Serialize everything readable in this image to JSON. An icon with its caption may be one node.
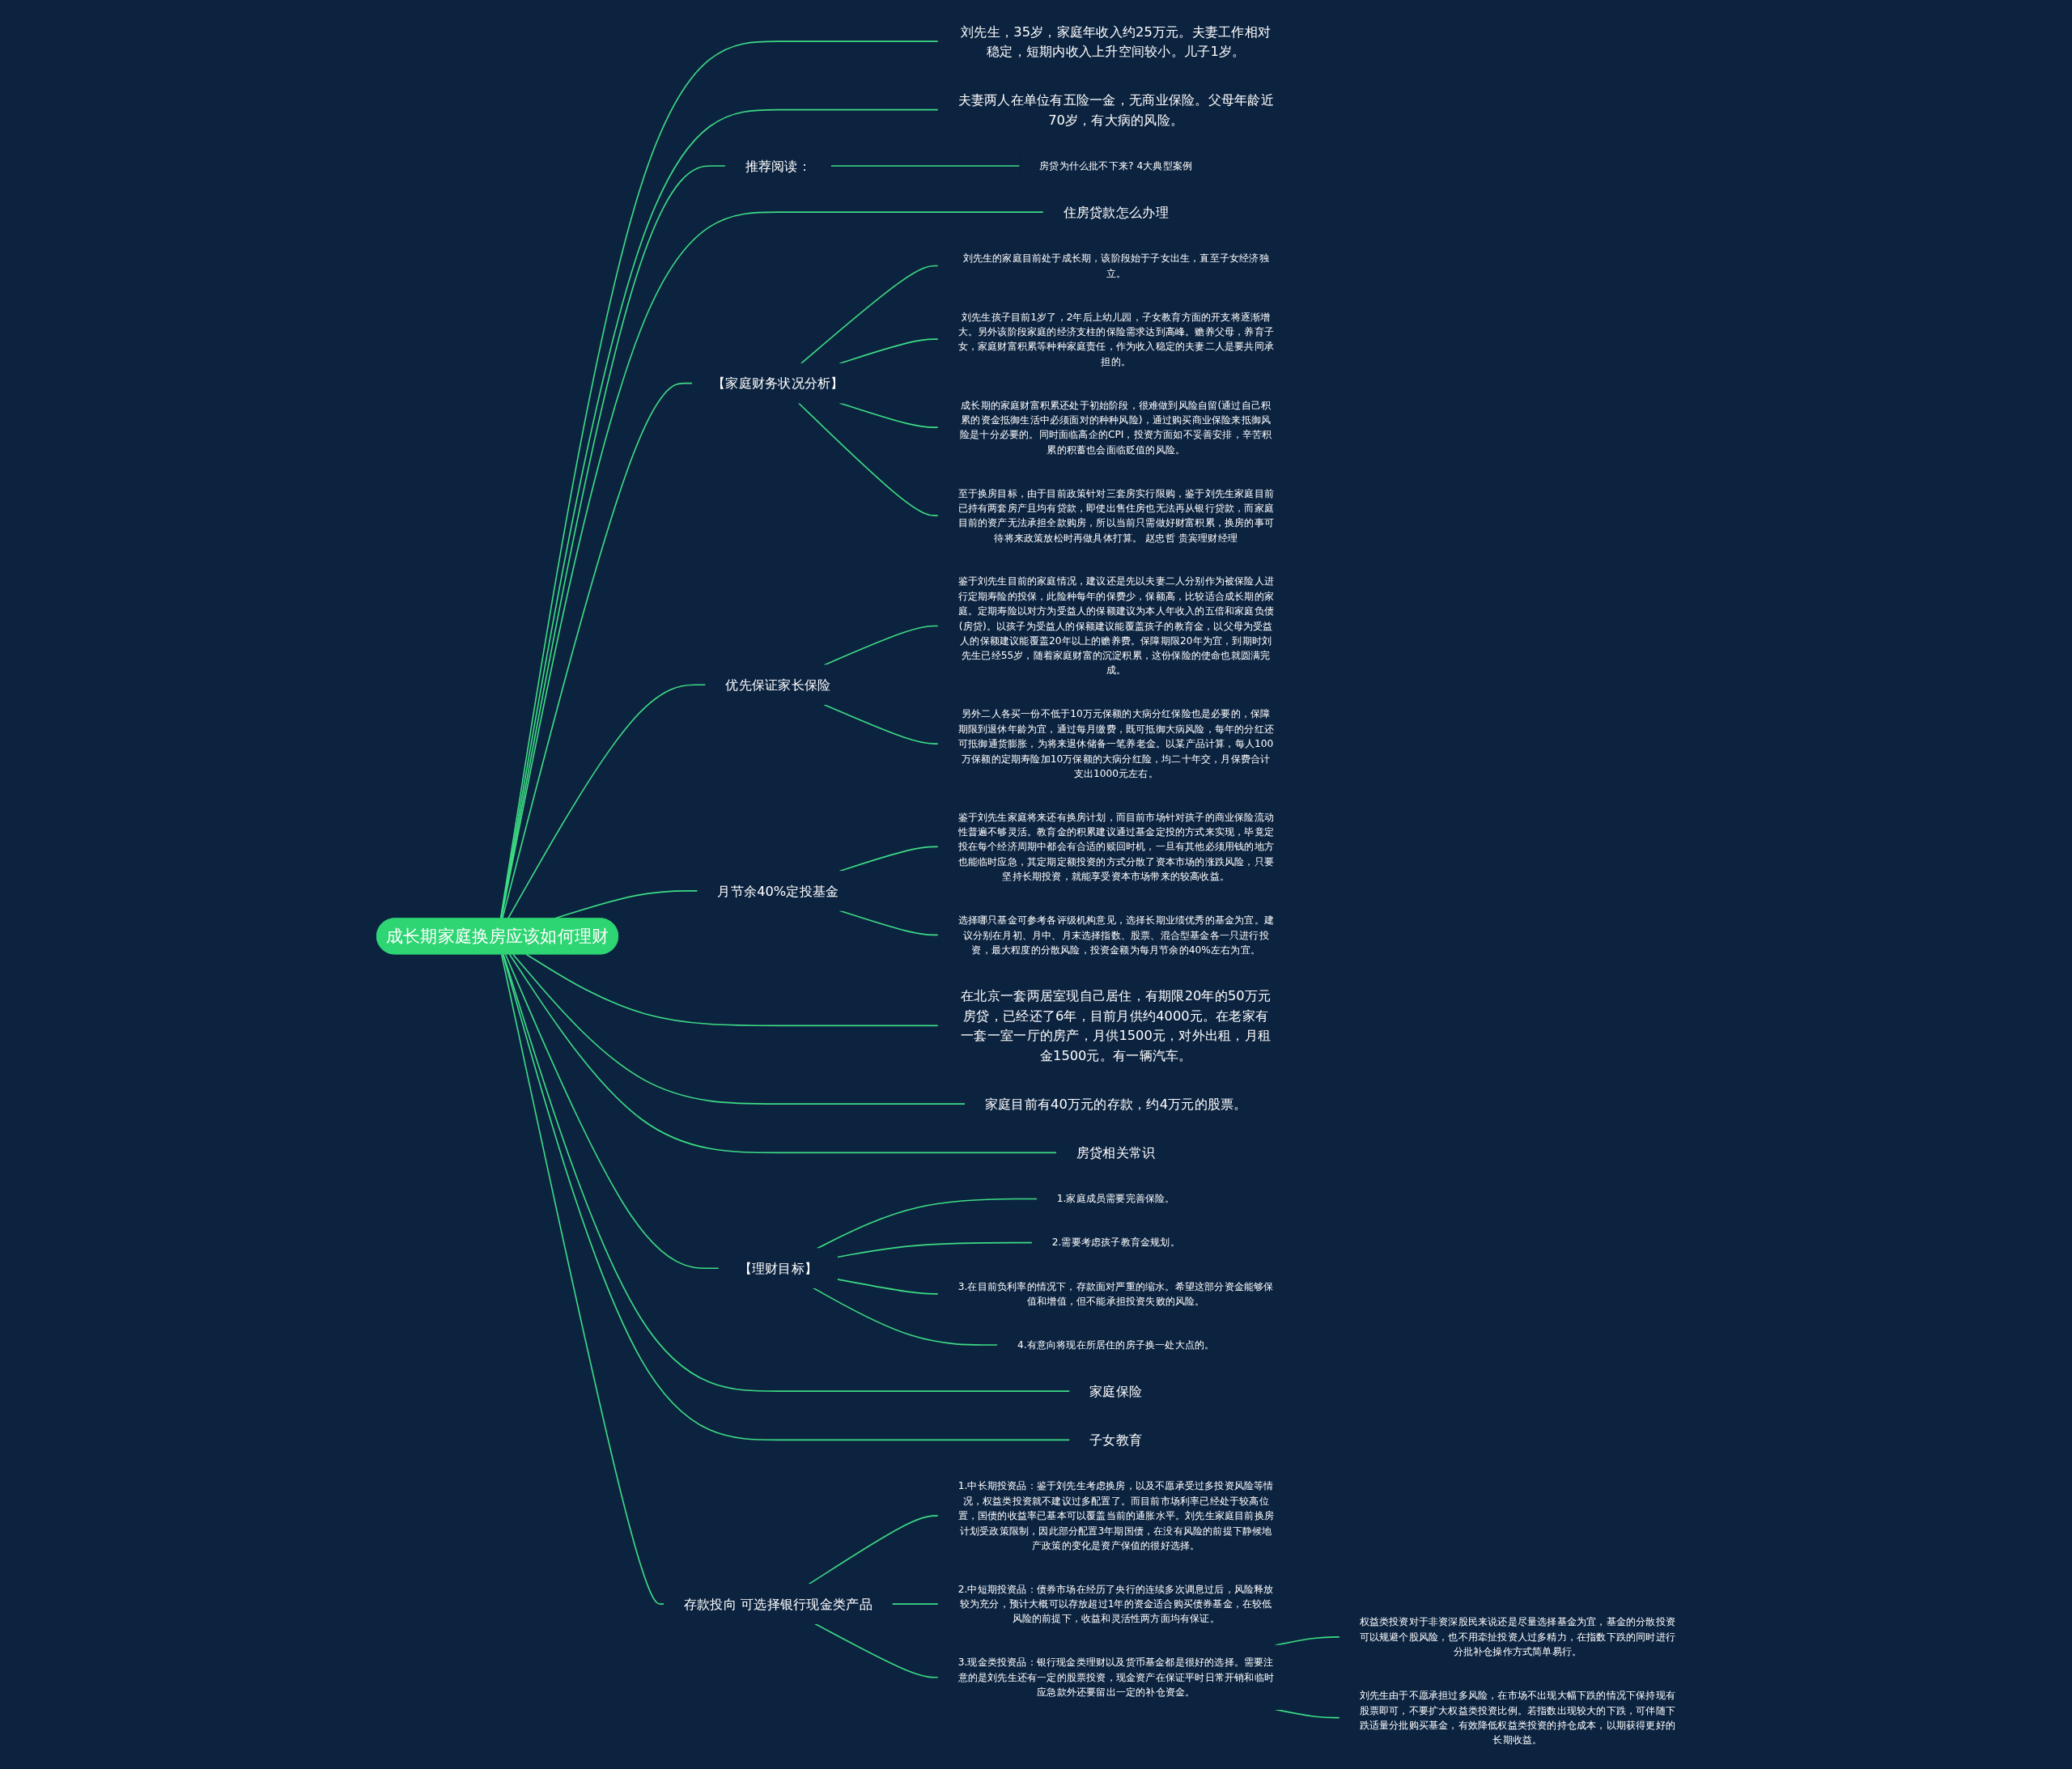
{
  "diagram": {
    "nodes": [
      {
        "text": [
          "成长期家庭换房应该如何理财"
        ]
      },
      {
        "text": [
          "刘先生，35岁，家庭年收入约25万元。夫妻工作相对稳定，短期内收入上升空间较小。儿子1岁。"
        ]
      },
      {
        "text": [
          "夫妻两人在单位有五险一金，无商业保险。父母年龄近70岁，有大病的风险。"
        ]
      },
      {
        "text": [
          "推荐阅读："
        ]
      },
      {
        "text": [
          "房贷为什么批不下来? 4大典型案例"
        ]
      },
      {
        "text": [
          "住房贷款怎么办理"
        ]
      },
      {
        "text": [
          "【家庭财务状况分析】"
        ]
      },
      {
        "text": [
          "刘先生的家庭目前处于成长期，该阶段始于子女出生，直至子女经济独立。"
        ]
      },
      {
        "text": [
          "刘先生孩子目前1岁了，2年后上幼儿园，子女教育方面的开支将逐渐增大。另外该阶段家庭的经济支柱的保险需求达到高峰。赡养父母，养育子女，家庭财富积累等种种家庭责任，作为收入稳定的夫妻二人是要共同承担的。"
        ]
      },
      {
        "text": [
          "成长期的家庭财富积累还处于初始阶段，很难做到风险自留(通过自己积累的资金抵御生活中必须面对的种种风险)，通过购买商业保险来抵御风险是十分必要的。同时面临高企的CPI，投资方面如不妥善安排，辛苦积累的积蓄也会面临贬值的风险。"
        ]
      },
      {
        "text": [
          "至于换房目标，由于目前政策针对三套房实行限购，鉴于刘先生家庭目前已持有两套房产且均有贷款，即使出售住房也无法再从银行贷款，而家庭目前的资产无法承担全款购房，所以当前只需做好财富积累，换房的事可待将来政策放松时再做具体打算。 赵忠哲 贵宾理财经理"
        ]
      },
      {
        "text": [
          "优先保证家长保险"
        ]
      },
      {
        "text": [
          "鉴于刘先生目前的家庭情况，建议还是先以夫妻二人分别作为被保险人进行定期寿险的投保，此险种每年的保费少，保额高，比较适合成长期的家庭。定期寿险以对方为受益人的保额建议为本人年收入的五倍和家庭负债(房贷)。以孩子为受益人的保额建议能覆盖孩子的教育金，以父母为受益人的保额建议能覆盖20年以上的赡养费。保障期限20年为宜，到期时刘先生已经55岁，随着家庭财富的沉淀积累，这份保险的使命也就圆满完成。"
        ]
      },
      {
        "text": [
          "另外二人各买一份不低于10万元保额的大病分红保险也是必要的，保障期限到退休年龄为宜，通过每月缴费，既可抵御大病风险，每年的分红还可抵御通货膨胀，为将来退休储备一笔养老金。以某产品计算，每人100万保额的定期寿险加10万保额的大病分红险，均二十年交，月保费合计支出1000元左右。"
        ]
      },
      {
        "text": [
          "月节余40%定投基金"
        ]
      },
      {
        "text": [
          "鉴于刘先生家庭将来还有换房计划，而目前市场针对孩子的商业保险流动性普遍不够灵活。教育金的积累建议通过基金定投的方式来实现，毕竟定投在每个经济周期中都会有合适的赎回时机，一旦有其他必须用钱的地方也能临时应急，其定期定额投资的方式分散了资本市场的涨跌风险，只要坚持长期投资，就能享受资本市场带来的较高收益。"
        ]
      },
      {
        "text": [
          "选择哪只基金可参考各评级机构意见，选择长期业绩优秀的基金为宜。建议分别在月初、月中、月末选择指数、股票、混合型基金各一只进行投资，最大程度的分散风险，投资金额为每月节余的40%左右为宜。"
        ]
      },
      {
        "text": [
          "在北京一套两居室现自己居住，有期限20年的50万元房贷，已经还了6年，目前月供约4000元。在老家有一套一室一厅的房产，月供1500元，对外出租，月租金1500元。有一辆汽车。"
        ]
      },
      {
        "text": [
          "家庭目前有40万元的存款，约4万元的股票。"
        ]
      },
      {
        "text": [
          "房贷相关常识"
        ]
      },
      {
        "text": [
          "【理财目标】"
        ]
      },
      {
        "text": [
          "1.家庭成员需要完善保险。"
        ]
      },
      {
        "text": [
          "2.需要考虑孩子教育金规划。"
        ]
      },
      {
        "text": [
          "3.在目前负利率的情况下，存款面对严重的缩水。希望这部分资金能够保值和增值，但不能承担投资失败的风险。"
        ]
      },
      {
        "text": [
          "4.有意向将现在所居住的房子换一处大点的。"
        ]
      },
      {
        "text": [
          "家庭保险"
        ]
      },
      {
        "text": [
          "子女教育"
        ]
      },
      {
        "text": [
          "存款投向 可选择银行现金类产品"
        ]
      },
      {
        "text": [
          "1.中长期投资品：鉴于刘先生考虑换房，以及不愿承受过多投资风险等情况，权益类投资就不建议过多配置了。而目前市场利率已经处于较高位置，国债的收益率已基本可以覆盖当前的通胀水平。刘先生家庭目前换房计划受政策限制，因此部分配置3年期国债，在没有风险的前提下静候地产政策的变化是资产保值的很好选择。"
        ]
      },
      {
        "text": [
          "2.中短期投资品：债券市场在经历了央行的连续多次调息过后，风险释放较为充分，预计大概可以存放超过1年的资金适合购买债券基金，在较低风险的前提下，收益和灵活性两方面均有保证。"
        ]
      },
      {
        "text": [
          "3.现金类投资品：银行现金类理财以及货币基金都是很好的选择。需要注意的是刘先生还有一定的股票投资，现金资产在保证平时日常开销和临时应急款外还要留出一定的补仓资金。"
        ]
      },
      {
        "text": [
          "权益类投资对于非资深股民来说还是尽量选择基金为宜，基金的分散投资可以规避个股风险，也不用牵扯投资人过多精力，在指数下跌的同时进行分批补仓操作方式简单易行。"
        ]
      },
      {
        "text": [
          "刘先生由于不愿承担过多风险，在市场不出现大幅下跌的情况下保持现有股票即可，不要扩大权益类投资比例。若指数出现较大的下跌，可伴随下跌适量分批购买基金，有效降低权益类投资的持仓成本，以期获得更好的长期收益。"
        ]
      }
    ],
    "edges": [
      {
        "from": 0,
        "to": 1,
        "arrow": "none"
      },
      {
        "from": 0,
        "to": 2,
        "arrow": "none"
      },
      {
        "from": 0,
        "to": 3,
        "arrow": "none"
      },
      {
        "from": 3,
        "to": 4,
        "arrow": "none"
      },
      {
        "from": 0,
        "to": 5,
        "arrow": "none"
      },
      {
        "from": 0,
        "to": 6,
        "arrow": "none"
      },
      {
        "from": 6,
        "to": 7,
        "arrow": "none"
      },
      {
        "from": 6,
        "to": 8,
        "arrow": "none"
      },
      {
        "from": 6,
        "to": 9,
        "arrow": "none"
      },
      {
        "from": 6,
        "to": 10,
        "arrow": "none"
      },
      {
        "from": 0,
        "to": 11,
        "arrow": "none"
      },
      {
        "from": 11,
        "to": 12,
        "arrow": "none"
      },
      {
        "from": 11,
        "to": 13,
        "arrow": "none"
      },
      {
        "from": 0,
        "to": 14,
        "arrow": "none"
      },
      {
        "from": 14,
        "to": 15,
        "arrow": "none"
      },
      {
        "from": 14,
        "to": 16,
        "arrow": "none"
      },
      {
        "from": 0,
        "to": 17,
        "arrow": "none"
      },
      {
        "from": 0,
        "to": 18,
        "arrow": "none"
      },
      {
        "from": 0,
        "to": 19,
        "arrow": "none"
      },
      {
        "from": 0,
        "to": 20,
        "arrow": "none"
      },
      {
        "from": 20,
        "to": 21,
        "arrow": "none"
      },
      {
        "from": 20,
        "to": 22,
        "arrow": "none"
      },
      {
        "from": 20,
        "to": 23,
        "arrow": "none"
      },
      {
        "from": 20,
        "to": 24,
        "arrow": "none"
      },
      {
        "from": 0,
        "to": 25,
        "arrow": "none"
      },
      {
        "from": 0,
        "to": 26,
        "arrow": "none"
      },
      {
        "from": 0,
        "to": 27,
        "arrow": "none"
      },
      {
        "from": 27,
        "to": 28,
        "arrow": "none"
      },
      {
        "from": 27,
        "to": 29,
        "arrow": "none"
      },
      {
        "from": 27,
        "to": 30,
        "arrow": "none"
      },
      {
        "from": 30,
        "to": 31,
        "arrow": "none"
      },
      {
        "from": 30,
        "to": 32,
        "arrow": "none"
      }
    ]
  }
}
